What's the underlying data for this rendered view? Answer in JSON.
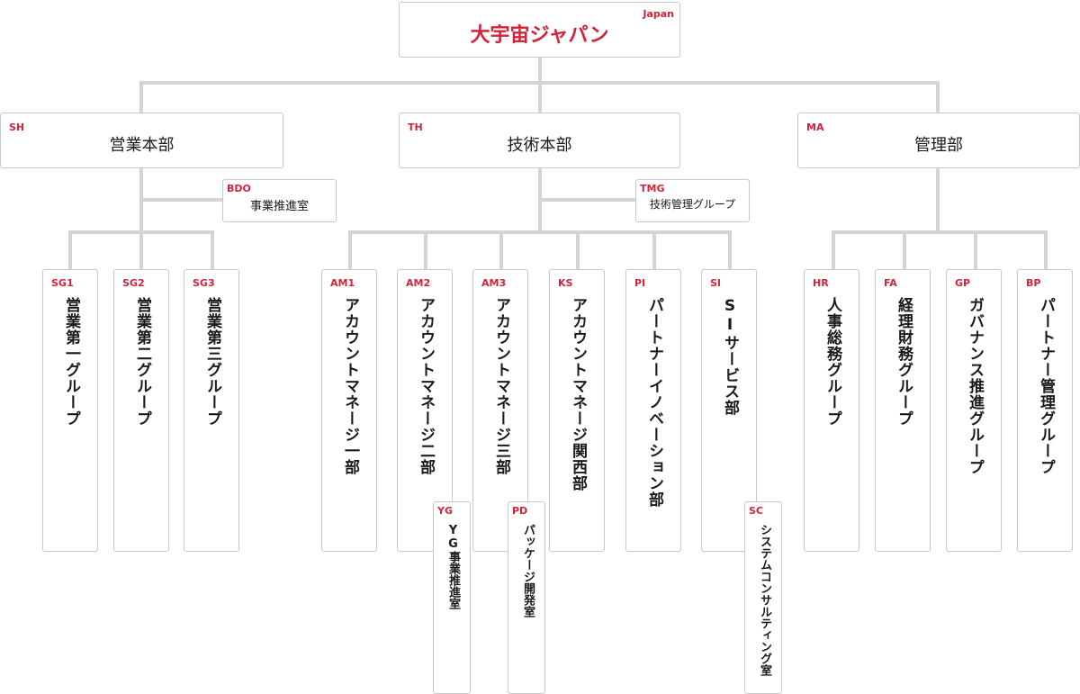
{
  "org": {
    "root": {
      "code": "Japan",
      "name": "大宇宙ジャパン"
    },
    "divisions": [
      {
        "code": "SH",
        "name": "営業本部"
      },
      {
        "code": "TH",
        "name": "技術本部"
      },
      {
        "code": "MA",
        "name": "管理部"
      }
    ],
    "staff": [
      {
        "code": "BDO",
        "name": "事業推進室"
      },
      {
        "code": "TMG",
        "name": "技術管理グループ"
      }
    ],
    "units": [
      {
        "code": "SG1",
        "name": "営業第一グループ"
      },
      {
        "code": "SG2",
        "name": "営業第二グループ"
      },
      {
        "code": "SG3",
        "name": "営業第三グループ"
      },
      {
        "code": "AM1",
        "name": "アカウントマネージ一部"
      },
      {
        "code": "AM2",
        "name": "アカウントマネージ二部"
      },
      {
        "code": "AM3",
        "name": "アカウントマネージ三部"
      },
      {
        "code": "KS",
        "name": "アカウントマネージ関西部"
      },
      {
        "code": "PI",
        "name": "パートナーイノベーション部"
      },
      {
        "code": "SI",
        "name": "SIサービス部"
      },
      {
        "code": "HR",
        "name": "人事総務グループ"
      },
      {
        "code": "FA",
        "name": "経理財務グループ"
      },
      {
        "code": "GP",
        "name": "ガバナンス推進グループ"
      },
      {
        "code": "BP",
        "name": "パートナー管理グループ"
      }
    ],
    "subunits": [
      {
        "code": "YG",
        "name": "YG事業推進室"
      },
      {
        "code": "PD",
        "name": "パッケージ開発室"
      },
      {
        "code": "SC",
        "name": "システムコンサルティング室"
      }
    ]
  }
}
